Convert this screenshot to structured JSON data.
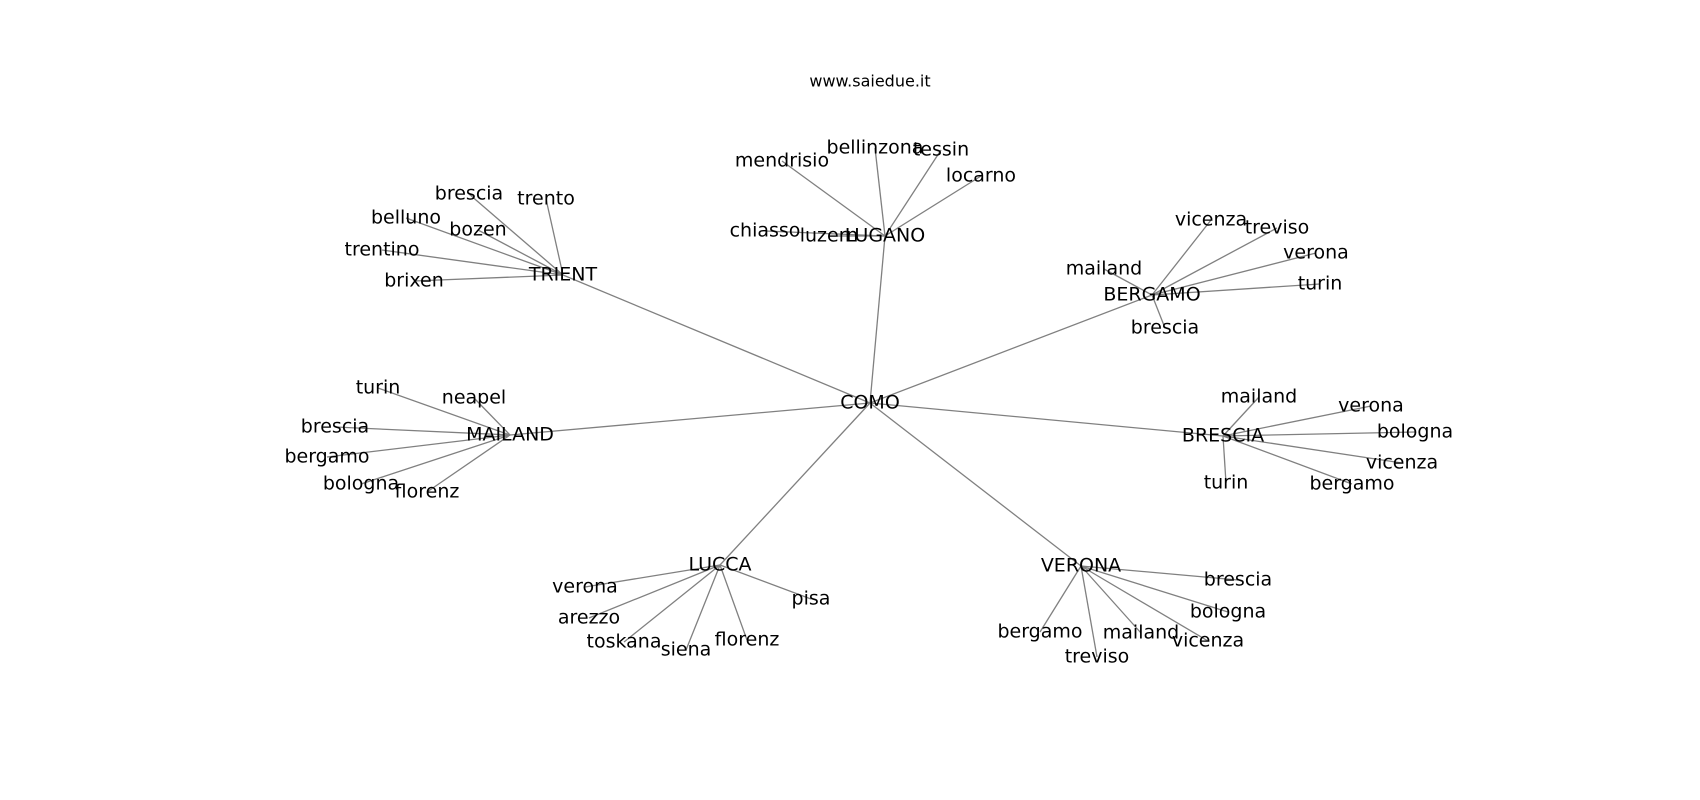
{
  "header": {
    "site": "www.saiedue.it"
  },
  "graph": {
    "root": "COMO",
    "hubs": [
      {
        "name": "TRIENT",
        "leaves": [
          "brescia",
          "trento",
          "belluno",
          "bozen",
          "trentino",
          "brixen"
        ]
      },
      {
        "name": "LUGANO",
        "leaves": [
          "bellinzona",
          "tessin",
          "mendrisio",
          "locarno",
          "chiasso",
          "luzern"
        ]
      },
      {
        "name": "BERGAMO",
        "leaves": [
          "vicenza",
          "treviso",
          "verona",
          "mailand",
          "turin",
          "brescia"
        ]
      },
      {
        "name": "MAILAND",
        "leaves": [
          "turin",
          "neapel",
          "brescia",
          "bergamo",
          "bologna",
          "florenz"
        ]
      },
      {
        "name": "BRESCIA",
        "leaves": [
          "mailand",
          "verona",
          "bologna",
          "vicenza",
          "turin",
          "bergamo"
        ]
      },
      {
        "name": "LUCCA",
        "leaves": [
          "verona",
          "pisa",
          "arezzo",
          "toskana",
          "siena",
          "florenz"
        ]
      },
      {
        "name": "VERONA",
        "leaves": [
          "brescia",
          "bologna",
          "bergamo",
          "mailand",
          "vicenza",
          "treviso"
        ]
      }
    ]
  }
}
